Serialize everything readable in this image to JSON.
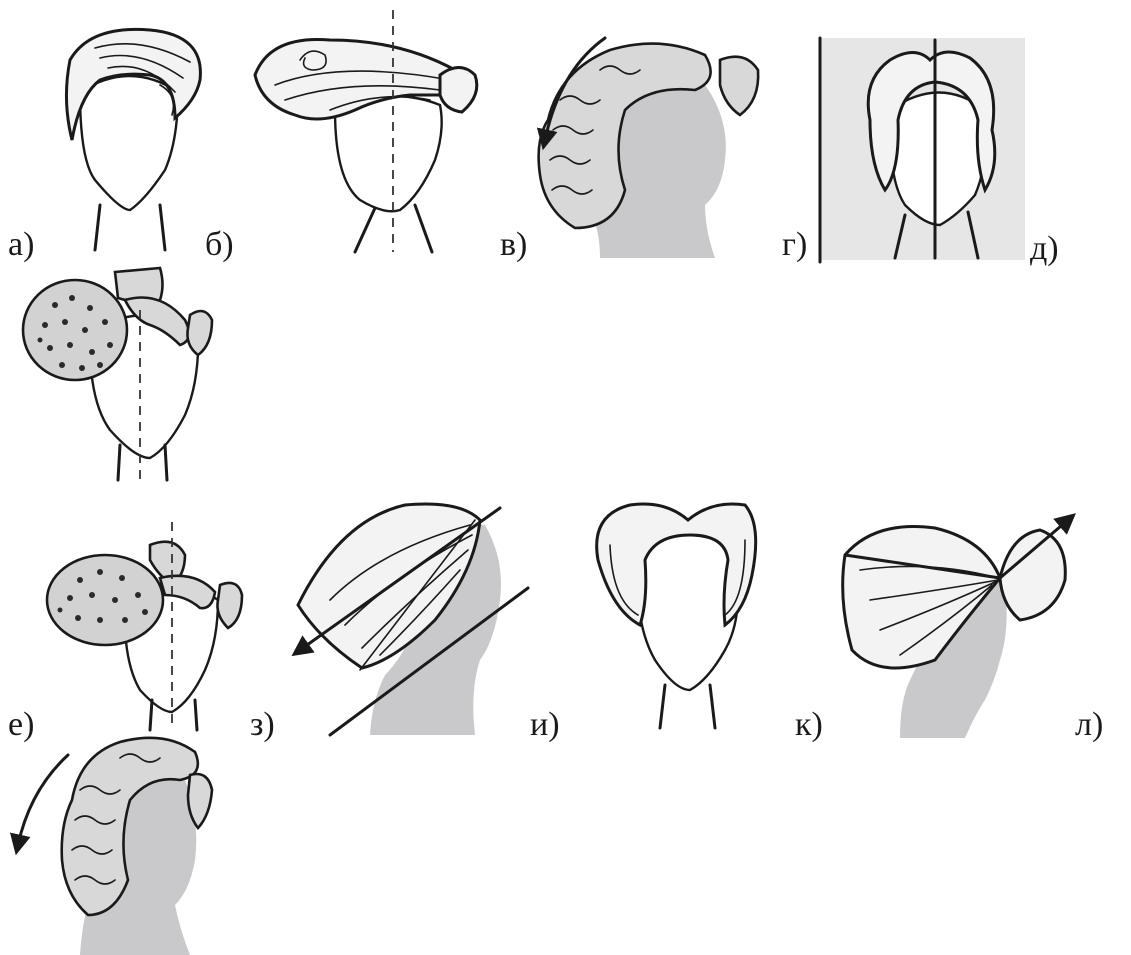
{
  "labels": {
    "a": "а)",
    "b": "б)",
    "v": "в)",
    "g": "г)",
    "d": "д)",
    "e": "е)",
    "z": "з)",
    "i": "и)",
    "k": "к)",
    "l": "л)"
  },
  "colors": {
    "ink": "#1a1a1a",
    "shading": "#c9c9cc",
    "panel": "#e6e6e6"
  }
}
